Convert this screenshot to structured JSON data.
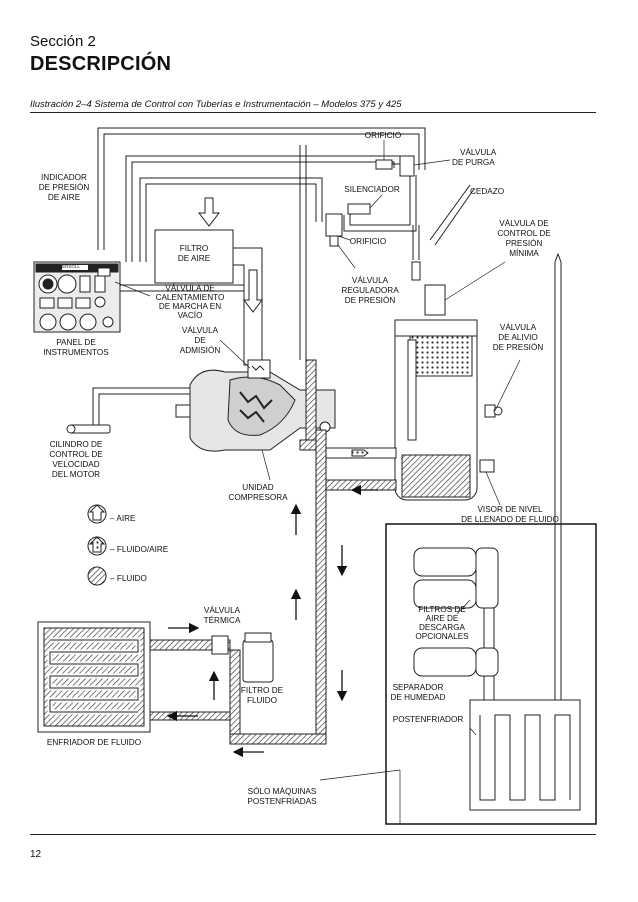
{
  "header": {
    "section": "Sección 2",
    "title": "DESCRIPCIÓN",
    "caption": "Ilustración 2–4 Sistema de Control con Tuberías e Instrumentación – Modelos 375 y 425"
  },
  "labels": {
    "orificio_top": "ORIFICIO",
    "valvula_purga": [
      "VÁLVULA",
      "DE PURGA"
    ],
    "indicador": [
      "INDICADOR",
      "DE PRESIÓN",
      "DE AIRE"
    ],
    "silenciador": "SILENCIADOR",
    "cedazo": "CEDAZO",
    "filtro_aire": [
      "FILTRO",
      "DE AIRE"
    ],
    "orificio_mid": "ORIFICIO",
    "valvula_control": [
      "VÁLVULA DE",
      "CONTROL DE",
      "PRESIÓN",
      "MÍNIMA"
    ],
    "valvula_calent": [
      "VÁLVULA DE",
      "CALENTAMIENTO",
      "DE MARCHA EN",
      "VACÍO"
    ],
    "valvula_reg": [
      "VÁLVULA",
      "REGULADORA",
      "DE PRESIÓN"
    ],
    "valvula_alivio": [
      "VÁLVULA",
      "DE ALIVIO",
      "DE PRESIÓN"
    ],
    "valvula_admision": [
      "VÁLVULA",
      "DE",
      "ADMISIÓN"
    ],
    "panel": [
      "PANEL DE",
      "INSTRUMENTOS"
    ],
    "panel_brand": "INGERSOLL",
    "cilindro": [
      "CILINDRO DE",
      "CONTROL DE",
      "VELOCIDAD",
      "DEL MOTOR"
    ],
    "unidad": [
      "UNIDAD",
      "COMPRESORA"
    ],
    "visor": [
      "VISOR DE NIVEL",
      "DE LLENADO DE FLUIDO"
    ],
    "filtros_aire": [
      "FILTROS DE",
      "AIRE DE",
      "DESCARGA",
      "OPCIONALES"
    ],
    "valvula_termica": [
      "VÁLVULA",
      "TÉRMICA"
    ],
    "separador": [
      "SEPARADOR",
      "DE HUMEDAD"
    ],
    "filtro_fluido": [
      "FILTRO DE",
      "FLUIDO"
    ],
    "postenfriador": "POSTENFRIADOR",
    "enfriador": "ENFRIADOR DE FLUIDO",
    "solo_maquinas": [
      "SÓLO MÁQUINAS",
      "POSTENFRIADAS"
    ]
  },
  "legend": [
    {
      "icon": "air-arrow-icon",
      "label": "– AIRE"
    },
    {
      "icon": "fluid-air-arrow-icon",
      "label": "– FLUIDO/AIRE"
    },
    {
      "icon": "fluid-hatch-icon",
      "label": "– FLUIDO"
    }
  ],
  "footer": {
    "page": "12"
  }
}
